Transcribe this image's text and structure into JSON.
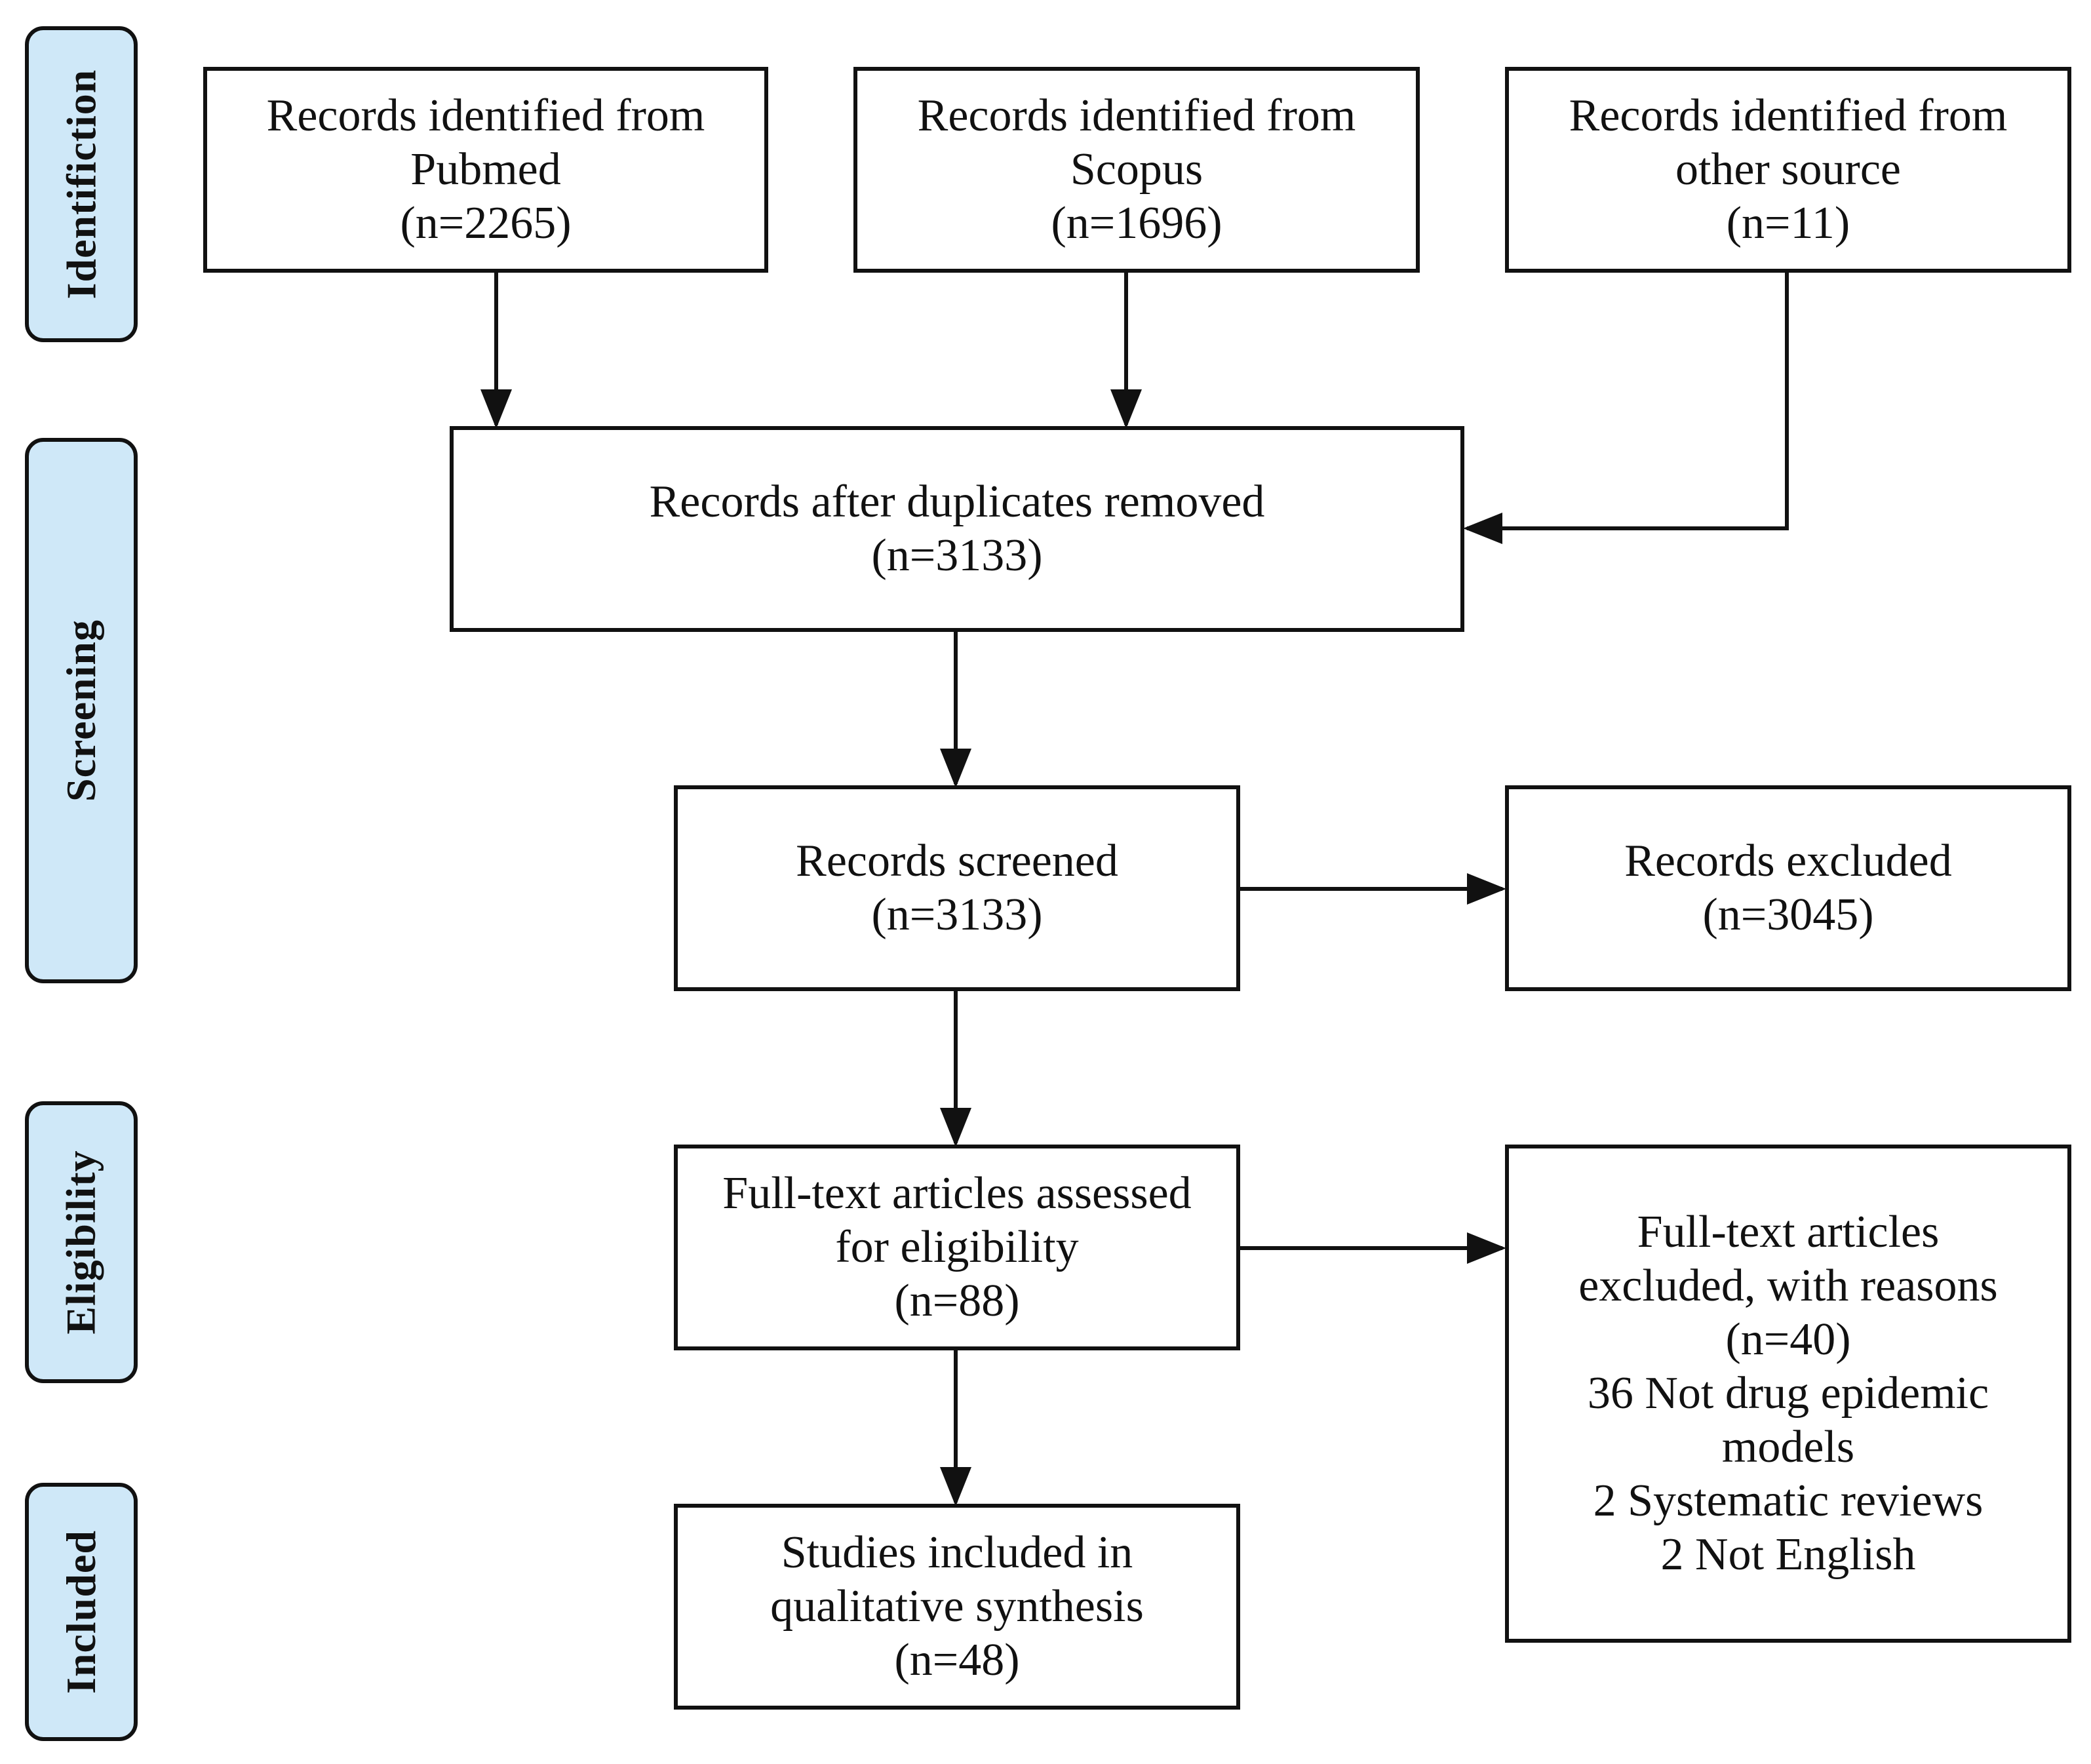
{
  "phases": {
    "identification": "Identifiction",
    "screening": "Screening",
    "eligibility": "Eligibility",
    "included": "Included"
  },
  "boxes": {
    "pubmed": [
      "Records identified  from",
      "Pubmed",
      "(n=2265)"
    ],
    "scopus": [
      "Records identified  from",
      "Scopus",
      "(n=1696)"
    ],
    "other": [
      "Records identified  from",
      "other source",
      "(n=11)"
    ],
    "after_duplicates": [
      "Records after duplicates removed",
      "(n=3133)"
    ],
    "screened": [
      "Records screened",
      "(n=3133)"
    ],
    "excluded": [
      "Records excluded",
      "(n=3045)"
    ],
    "fulltext": [
      "Full-text articles  assessed",
      "for eligibility",
      "(n=88)"
    ],
    "fulltext_excluded": [
      "Full-text articles",
      "excluded, with reasons",
      "(n=40)",
      "36 Not drug epidemic",
      "models",
      "2 Systematic reviews",
      "2 Not English"
    ],
    "included": [
      "Studies included in",
      "qualitative synthesis",
      "(n=48)"
    ]
  },
  "colors": {
    "phase_fill": "#cfe8f8",
    "stroke": "#111111",
    "box_fill": "#ffffff"
  }
}
